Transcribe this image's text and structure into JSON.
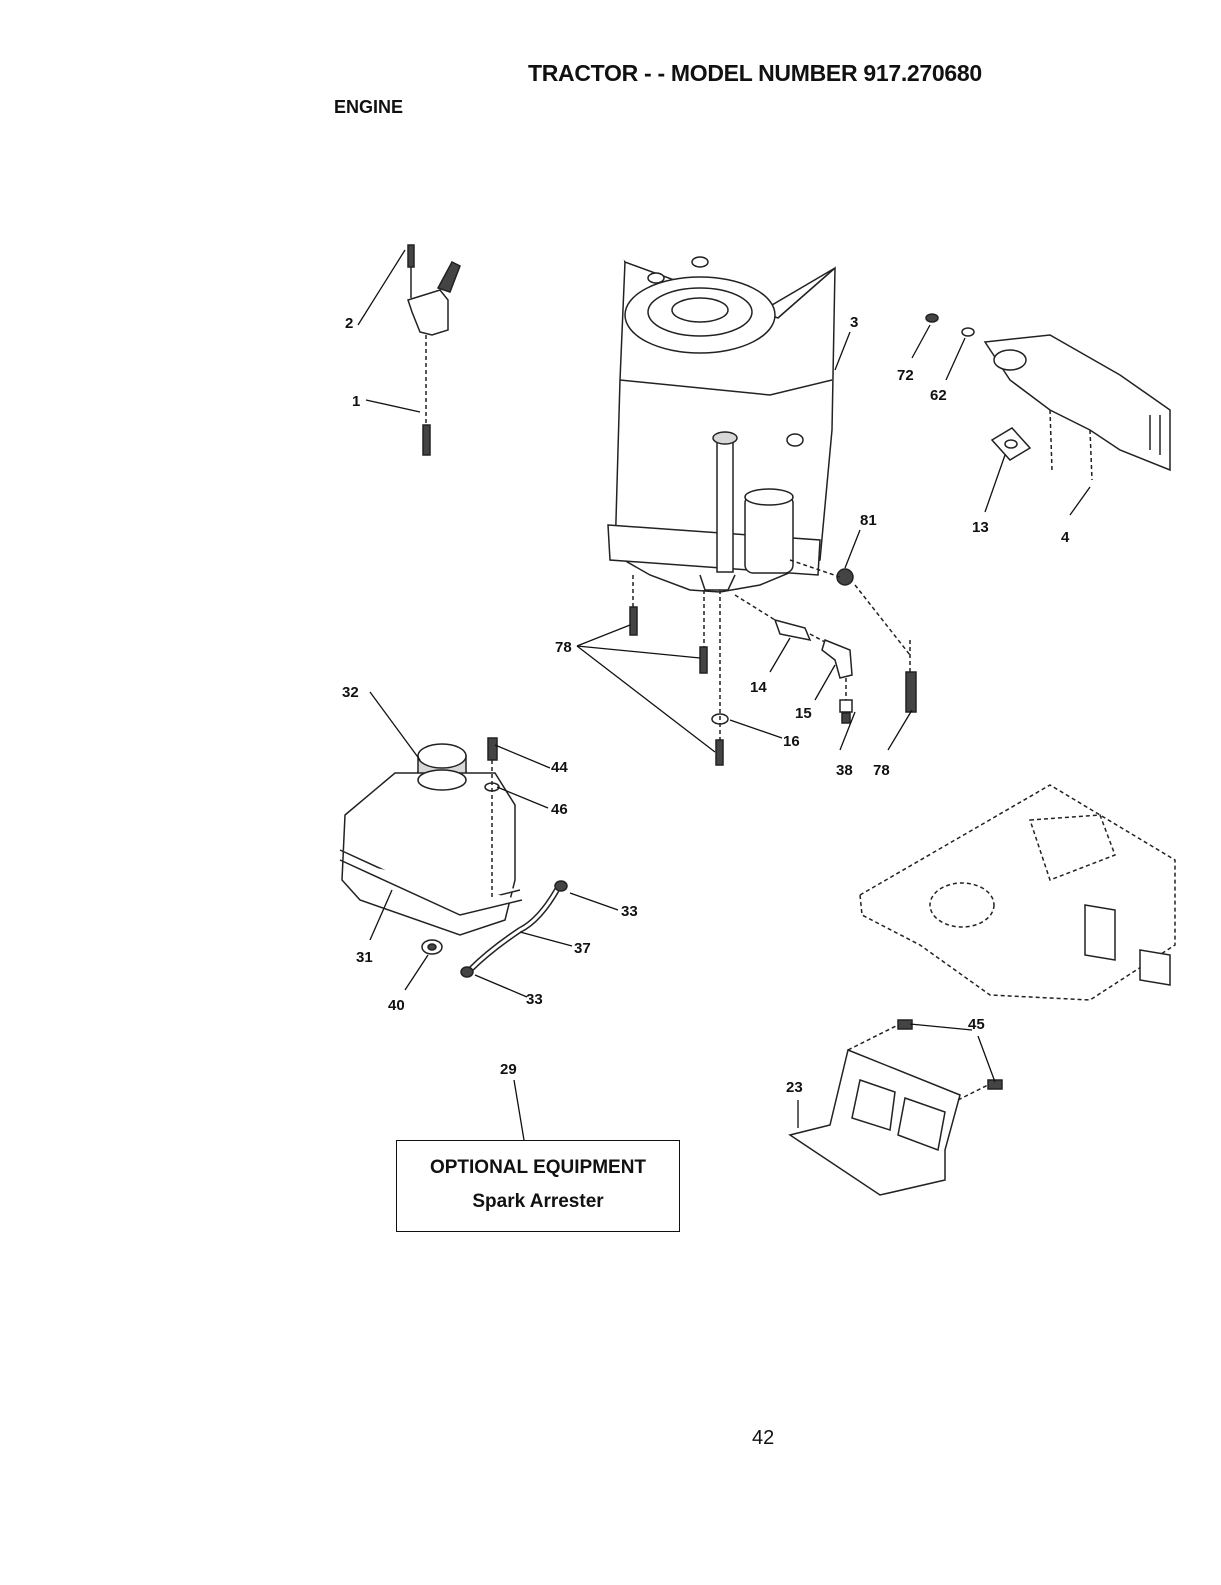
{
  "header": {
    "title": "TRACTOR - - MODEL NUMBER 917.270680",
    "section": "ENGINE"
  },
  "callouts": {
    "c1": "1",
    "c2": "2",
    "c3": "3",
    "c4": "4",
    "c13": "13",
    "c14": "14",
    "c15": "15",
    "c16": "16",
    "c23": "23",
    "c29": "29",
    "c31": "31",
    "c32": "32",
    "c33a": "33",
    "c33b": "33",
    "c37": "37",
    "c38": "38",
    "c40": "40",
    "c44": "44",
    "c45": "45",
    "c46": "46",
    "c62": "62",
    "c72": "72",
    "c78a": "78",
    "c78b": "78",
    "c81": "81"
  },
  "optional": {
    "heading": "OPTIONAL EQUIPMENT",
    "item": "Spark Arrester"
  },
  "footer": {
    "page_number": "42"
  }
}
